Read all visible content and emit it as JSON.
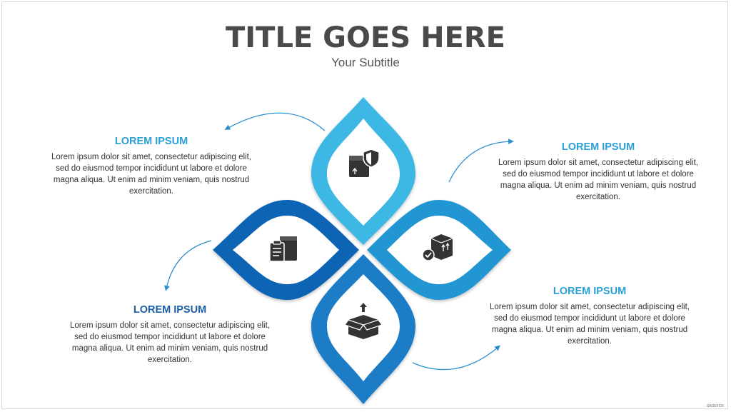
{
  "title": "TITLE GOES HERE",
  "subtitle": "Your Subtitle",
  "blocks": [
    {
      "heading": "LOREM IPSUM",
      "text": "Lorem ipsum dolor sit amet, consectetur adipiscing elit, sed do eiusmod tempor incididunt ut labore et dolore magna aliqua. Ut enim ad minim veniam, quis nostrud exercitation."
    },
    {
      "heading": "LOREM IPSUM",
      "text": "Lorem ipsum dolor sit amet, consectetur adipiscing elit, sed do eiusmod tempor incididunt ut labore et dolore magna aliqua. Ut enim ad minim veniam, quis nostrud exercitation."
    },
    {
      "heading": "LOREM IPSUM",
      "text": "Lorem ipsum dolor sit amet, consectetur adipiscing elit, sed do eiusmod tempor incididunt ut labore et dolore magna aliqua. Ut enim ad minim veniam, quis nostrud exercitation."
    },
    {
      "heading": "LOREM IPSUM",
      "text": "Lorem ipsum dolor sit amet, consectetur adipiscing elit, sed do eiusmod tempor incididunt ut labore et dolore magna aliqua. Ut enim ad minim veniam, quis nostrud exercitation."
    }
  ],
  "petals": [
    {
      "icon": "box-shield-icon",
      "color": "#3db7e4"
    },
    {
      "icon": "box-checkmark-icon",
      "color": "#2196d3"
    },
    {
      "icon": "box-clipboard-icon",
      "color": "#0d63b4"
    },
    {
      "icon": "open-box-arrow-icon",
      "color": "#1a7cc6"
    }
  ],
  "credit": "SAGEFOX"
}
